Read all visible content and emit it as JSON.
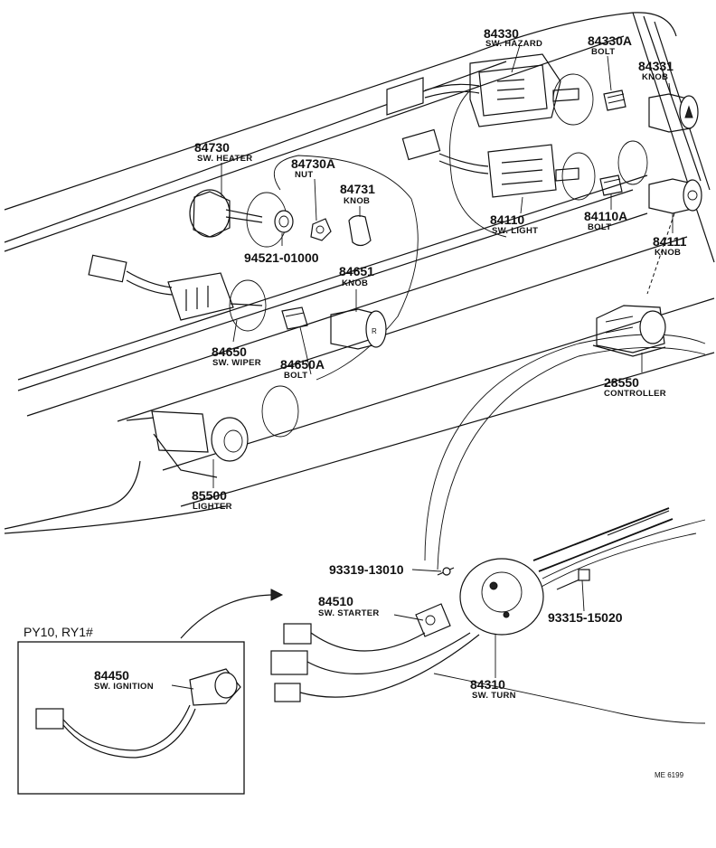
{
  "labels": {
    "p84330": {
      "num": "84330",
      "desc": "SW. HAZARD"
    },
    "p84330A": {
      "num": "84330A",
      "desc": "BOLT"
    },
    "p84331": {
      "num": "84331",
      "desc": "KNOB"
    },
    "p84730": {
      "num": "84730",
      "desc": "SW. HEATER"
    },
    "p84730A": {
      "num": "84730A",
      "desc": "NUT"
    },
    "p84731": {
      "num": "84731",
      "desc": "KNOB"
    },
    "p94521": {
      "num": "94521-01000"
    },
    "p84651": {
      "num": "84651",
      "desc": "KNOB"
    },
    "p84110": {
      "num": "84110",
      "desc": "SW. LIGHT"
    },
    "p84110A": {
      "num": "84110A",
      "desc": "BOLT"
    },
    "p84111": {
      "num": "84111",
      "desc": "KNOB"
    },
    "p28550": {
      "num": "28550",
      "desc": "CONTROLLER"
    },
    "p84650": {
      "num": "84650",
      "desc": "SW. WIPER"
    },
    "p84650A": {
      "num": "84650A",
      "desc": "BOLT"
    },
    "p85500": {
      "num": "85500",
      "desc": "LIGHTER"
    },
    "p93319": {
      "num": "93319-13010"
    },
    "p84510": {
      "num": "84510",
      "desc": "SW. STARTER"
    },
    "p93315": {
      "num": "93315-15020"
    },
    "p84310": {
      "num": "84310",
      "desc": "SW. TURN"
    },
    "p84450": {
      "num": "84450",
      "desc": "SW. IGNITION"
    }
  },
  "inset": {
    "title": "PY10, RY1#"
  },
  "figure_code": "ME 6199"
}
